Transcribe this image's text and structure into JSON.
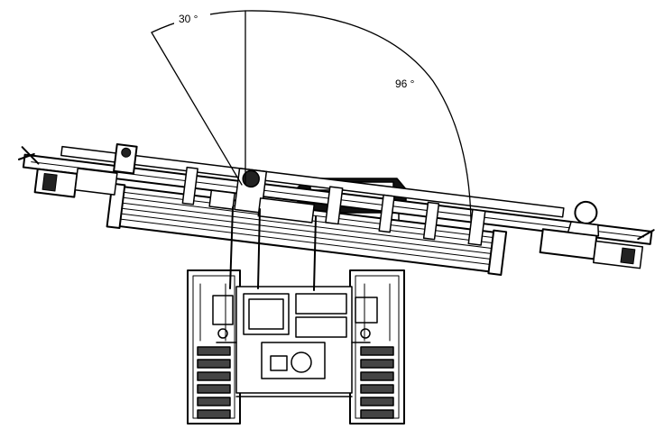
{
  "angles": {
    "left_label": "30 °",
    "right_label": "96 °",
    "left_degrees": 30,
    "right_degrees": 96
  }
}
